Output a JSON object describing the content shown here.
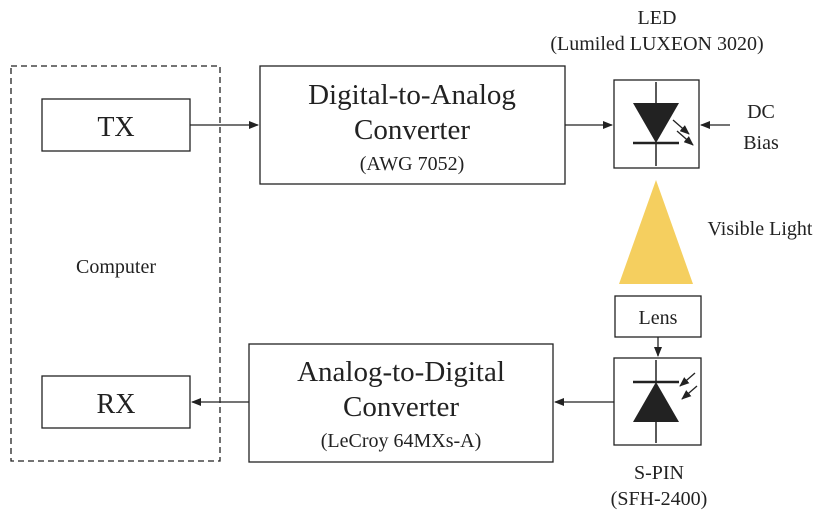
{
  "computer": {
    "label": "Computer",
    "tx_label": "TX",
    "rx_label": "RX"
  },
  "dac": {
    "line1": "Digital-to-Analog",
    "line2": "Converter",
    "model": "(AWG 7052)"
  },
  "adc": {
    "line1": "Analog-to-Digital",
    "line2": "Converter",
    "model": "(LeCroy 64MXs-A)"
  },
  "led": {
    "title": "LED",
    "model": "(Lumiled LUXEON 3020)"
  },
  "dc_bias": {
    "line1": "DC",
    "line2": "Bias"
  },
  "visible_light": {
    "label": "Visible Light"
  },
  "lens": {
    "label": "Lens"
  },
  "spin": {
    "title": "S-PIN",
    "model": "(SFH-2400)"
  },
  "colors": {
    "stroke": "#222222",
    "light_beam": "#f5cf5f",
    "background": "#ffffff"
  }
}
